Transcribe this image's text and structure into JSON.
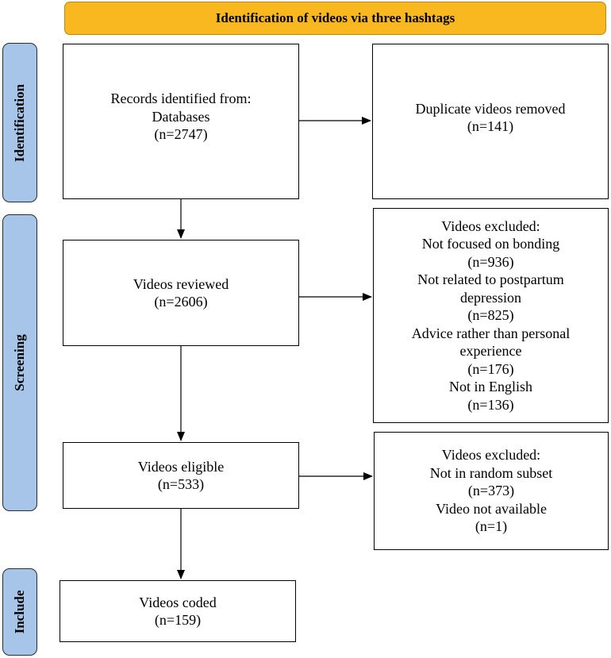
{
  "header": {
    "title": "Identification of videos via three hashtags"
  },
  "stages": {
    "identification": "Identification",
    "screening": "Screening",
    "include": "Include"
  },
  "boxes": {
    "records_identified": {
      "lines": [
        "Records identified from:",
        "Databases",
        "(n=2747)"
      ]
    },
    "duplicates_removed": {
      "lines": [
        "Duplicate videos removed",
        "(n=141)"
      ]
    },
    "videos_reviewed": {
      "lines": [
        "Videos reviewed",
        "(n=2606)"
      ]
    },
    "excluded_screening": {
      "lines": [
        "Videos excluded:",
        "Not focused on bonding",
        "(n=936)",
        "Not related to postpartum",
        "depression",
        "(n=825)",
        "Advice rather than personal",
        "experience",
        "(n=176)",
        "Not in English",
        "(n=136)"
      ]
    },
    "videos_eligible": {
      "lines": [
        "Videos eligible",
        "(n=533)"
      ]
    },
    "excluded_eligibility": {
      "lines": [
        "Videos excluded:",
        "Not in random subset",
        "(n=373)",
        "Video not available",
        "(n=1)"
      ]
    },
    "videos_coded": {
      "lines": [
        "Videos coded",
        "(n=159)"
      ]
    }
  }
}
